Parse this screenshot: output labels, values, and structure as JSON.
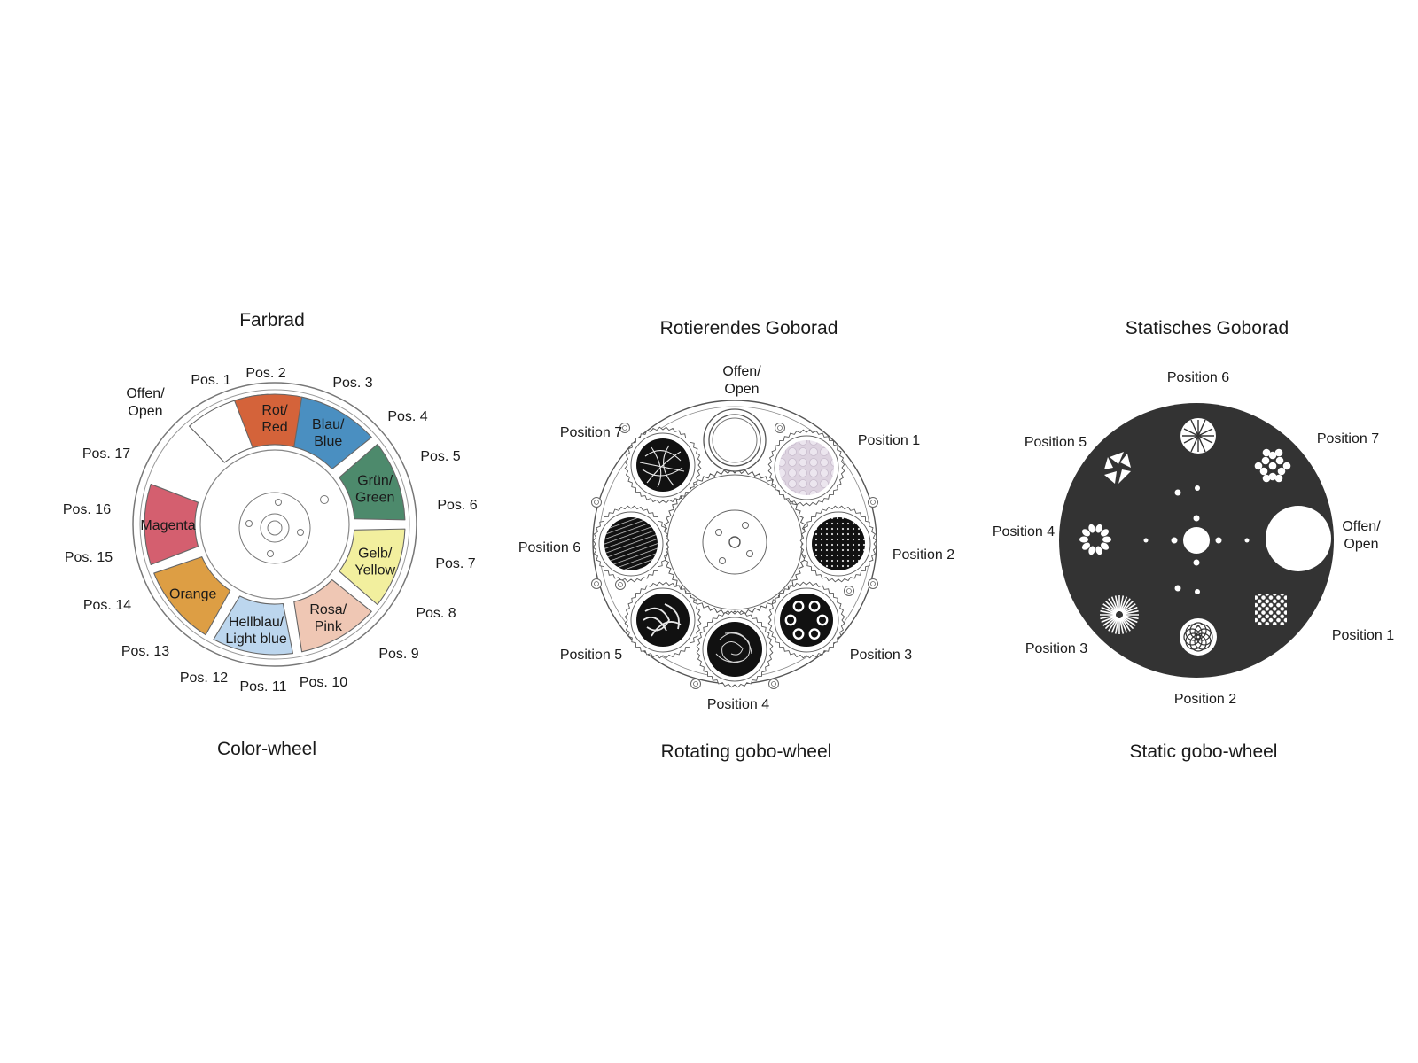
{
  "color_wheel": {
    "title_de": "Farbrad",
    "title_en": "Color-wheel",
    "position_labels": [
      "Pos. 1",
      "Pos. 2",
      "Pos. 3",
      "Pos. 4",
      "Pos. 5",
      "Pos. 6",
      "Pos. 7",
      "Pos. 8",
      "Pos. 9",
      "Pos. 10",
      "Pos. 11",
      "Pos. 12",
      "Pos. 13",
      "Pos. 14",
      "Pos. 15",
      "Pos. 16",
      "Pos. 17"
    ],
    "open_label": [
      "Offen/",
      "Open"
    ],
    "segments": [
      {
        "lines": [
          ""
        ],
        "color": "#ffffff"
      },
      {
        "lines": [
          "Rot/",
          "Red"
        ],
        "color": "#d4633a"
      },
      {
        "lines": [
          "Blau/",
          "Blue"
        ],
        "color": "#4a8fc1"
      },
      {
        "lines": [
          "Grün/",
          "Green"
        ],
        "color": "#4d8a6c"
      },
      {
        "lines": [
          "Gelb/",
          "Yellow"
        ],
        "color": "#f2ef9e"
      },
      {
        "lines": [
          "Rosa/",
          "Pink"
        ],
        "color": "#efc7b4"
      },
      {
        "lines": [
          "Hellblau/",
          "Light blue"
        ],
        "color": "#bcd6ee"
      },
      {
        "lines": [
          "Orange"
        ],
        "color": "#dd9e44"
      },
      {
        "lines": [
          "Magenta"
        ],
        "color": "#d45f6f"
      }
    ]
  },
  "rotating_gobo_wheel": {
    "title_de": "Rotierendes Goborad",
    "title_en": "Rotating gobo-wheel",
    "open_label": [
      "Offen/",
      "Open"
    ],
    "positions": [
      "Position 1",
      "Position 2",
      "Position 3",
      "Position 4",
      "Position 5",
      "Position 6",
      "Position 7"
    ]
  },
  "static_gobo_wheel": {
    "title_de": "Statisches Goborad",
    "title_en": "Static gobo-wheel",
    "open_label": [
      "Offen/",
      "Open"
    ],
    "positions": [
      "Position 1",
      "Position 2",
      "Position 3",
      "Position 4",
      "Position 5",
      "Position 6",
      "Position 7"
    ],
    "disc_color": "#333333"
  }
}
